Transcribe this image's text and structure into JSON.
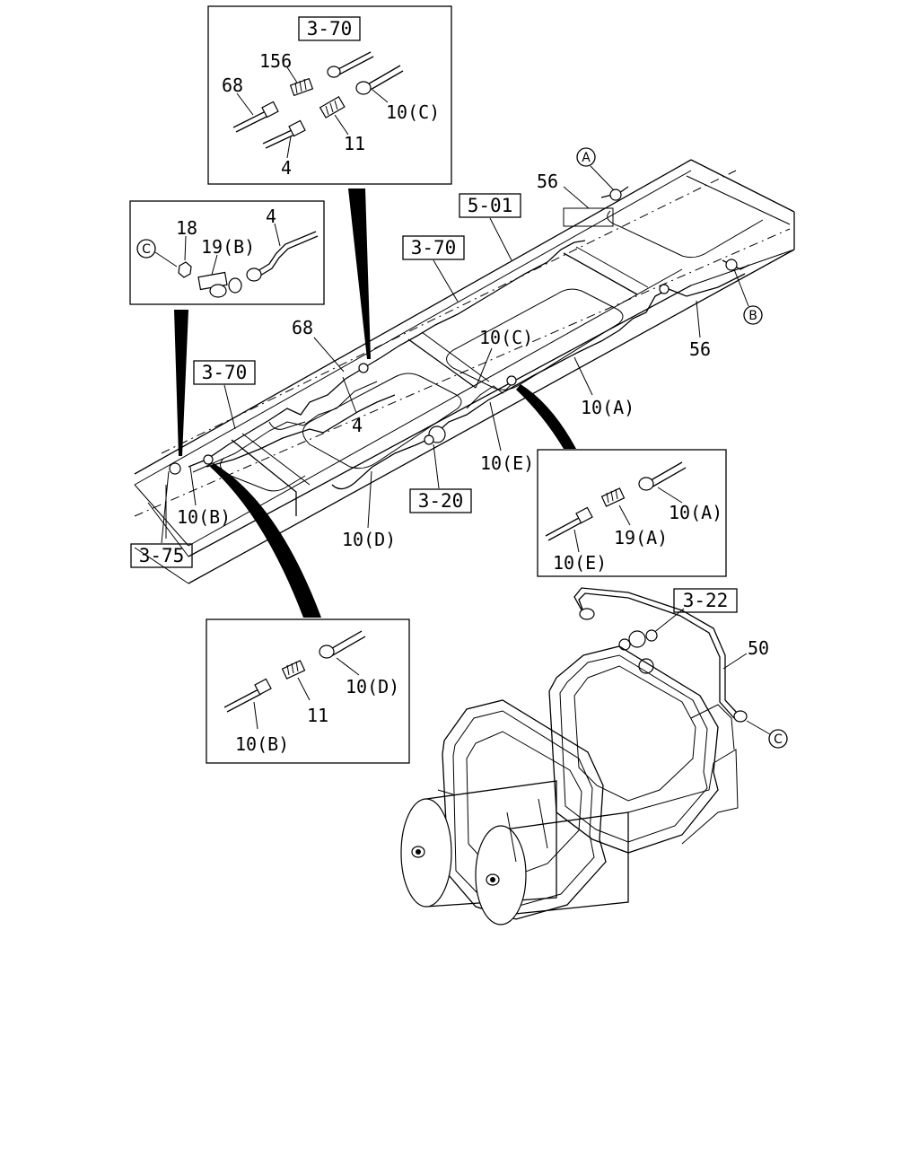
{
  "refs": {
    "r370_top": "3-70",
    "r501": "5-01",
    "r370_mid": "3-70",
    "r370_left": "3-70",
    "r320": "3-20",
    "r375": "3-75",
    "r322": "3-22"
  },
  "callouts": {
    "A": "A",
    "B": "B",
    "C_left": "C",
    "C_tank": "C"
  },
  "parts": {
    "p156": "156",
    "p68_top": "68",
    "p10c_top": "10(C)",
    "p11_top": "11",
    "p4_top": "4",
    "p18": "18",
    "p19b": "19(B)",
    "p4_left": "4",
    "p56_top": "56",
    "p56_right": "56",
    "p68_mid": "68",
    "p10c_mid": "10(C)",
    "p4_mid": "4",
    "p10a_mid": "10(A)",
    "p10e_mid": "10(E)",
    "p10b_mid": "10(B)",
    "p10d_mid": "10(D)",
    "p10a_box": "10(A)",
    "p19a": "19(A)",
    "p10e_box": "10(E)",
    "p10d_box": "10(D)",
    "p11_box": "11",
    "p10b_box": "10(B)",
    "p50": "50"
  }
}
